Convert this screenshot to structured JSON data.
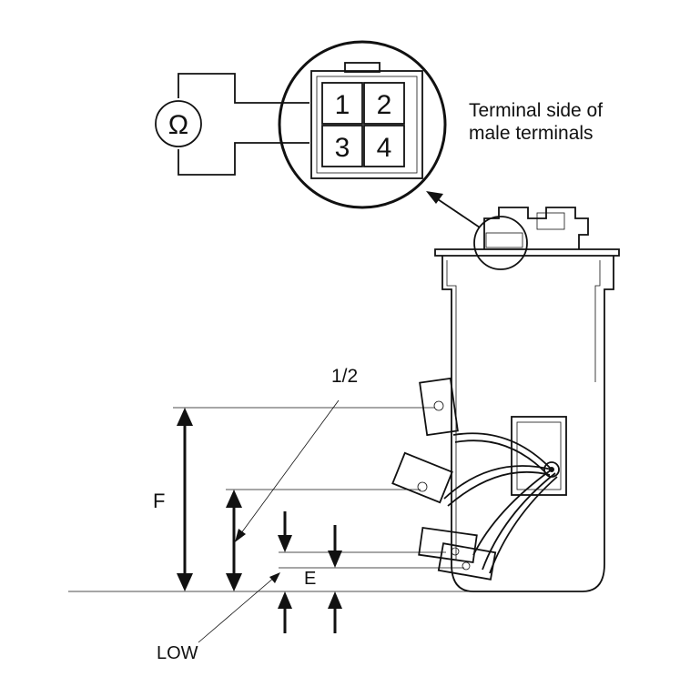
{
  "connector": {
    "terminals": [
      "1",
      "2",
      "3",
      "4"
    ],
    "caption_line1": "Terminal side of",
    "caption_line2": "male terminals"
  },
  "meter": {
    "symbol": "Ω",
    "icon": "ohmmeter-icon"
  },
  "labels": {
    "half": "1/2",
    "f": "F",
    "e": "E",
    "low": "LOW"
  }
}
